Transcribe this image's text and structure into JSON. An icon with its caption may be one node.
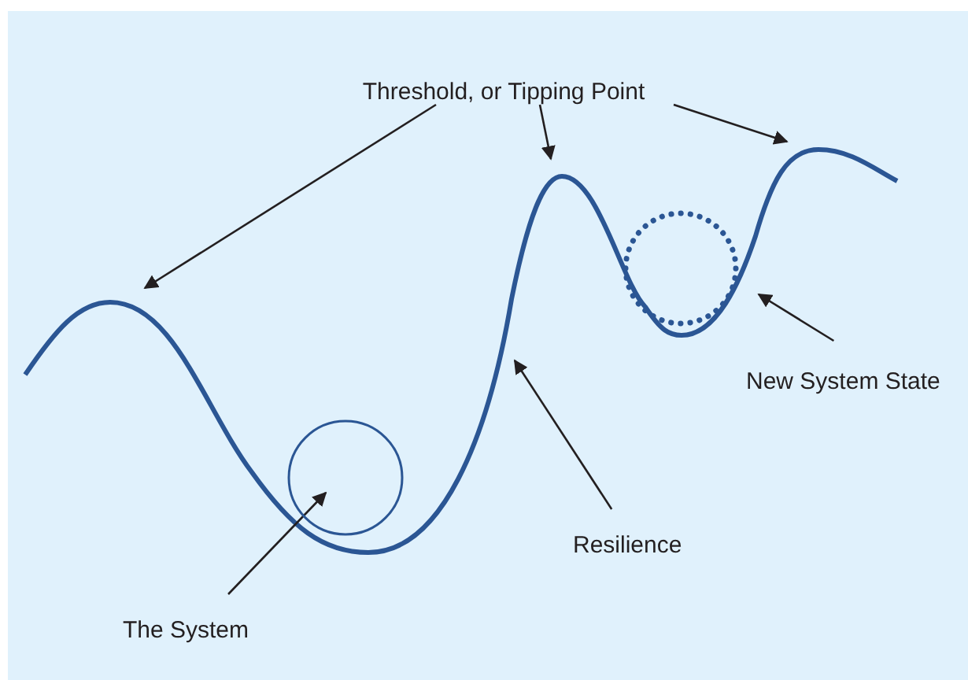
{
  "diagram": {
    "nodes": [
      {
        "text": [
          "Threshold, or Tipping Point"
        ]
      },
      {
        "text": [
          "The System"
        ]
      },
      {
        "text": [],
        "shape": "circle"
      },
      {
        "text": [
          "Resilience"
        ]
      },
      {
        "text": [
          "New System State"
        ]
      },
      {
        "text": [],
        "shape": "circle"
      }
    ],
    "edges": [
      {
        "from": 0,
        "to": null,
        "arrow": "to"
      },
      {
        "from": 0,
        "to": null,
        "arrow": "to"
      },
      {
        "from": 0,
        "to": null,
        "arrow": "to"
      },
      {
        "from": 1,
        "to": 2,
        "arrow": "to"
      },
      {
        "from": 3,
        "to": null,
        "arrow": "to"
      },
      {
        "from": 4,
        "to": 5,
        "arrow": "to"
      }
    ]
  }
}
